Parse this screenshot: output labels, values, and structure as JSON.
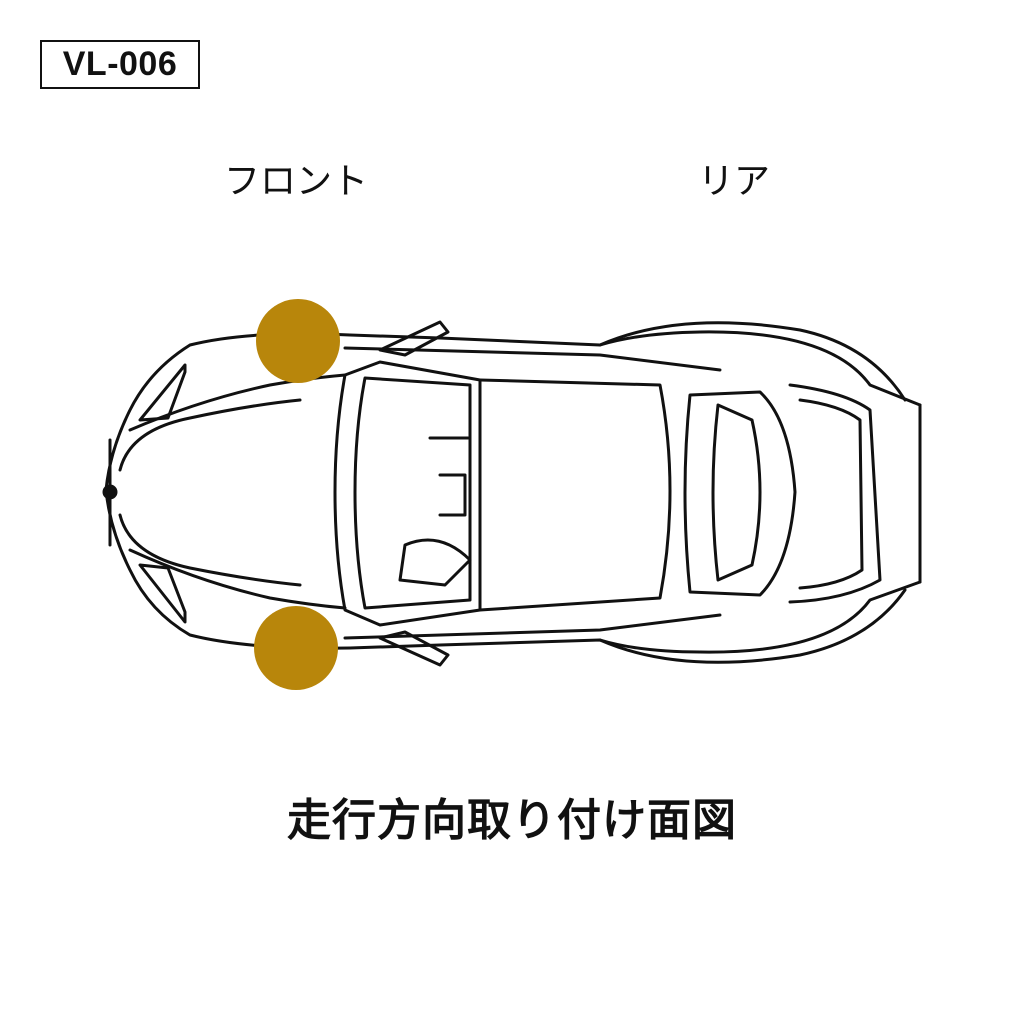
{
  "product_code": "VL-006",
  "labels": {
    "front": "フロント",
    "rear": "リア"
  },
  "caption": "走行方向取り付け面図",
  "colors": {
    "marker": "#B8860B",
    "line": "#111111",
    "background": "#FFFFFF"
  },
  "markers": [
    {
      "name": "front-left-marker"
    },
    {
      "name": "front-right-marker"
    }
  ]
}
